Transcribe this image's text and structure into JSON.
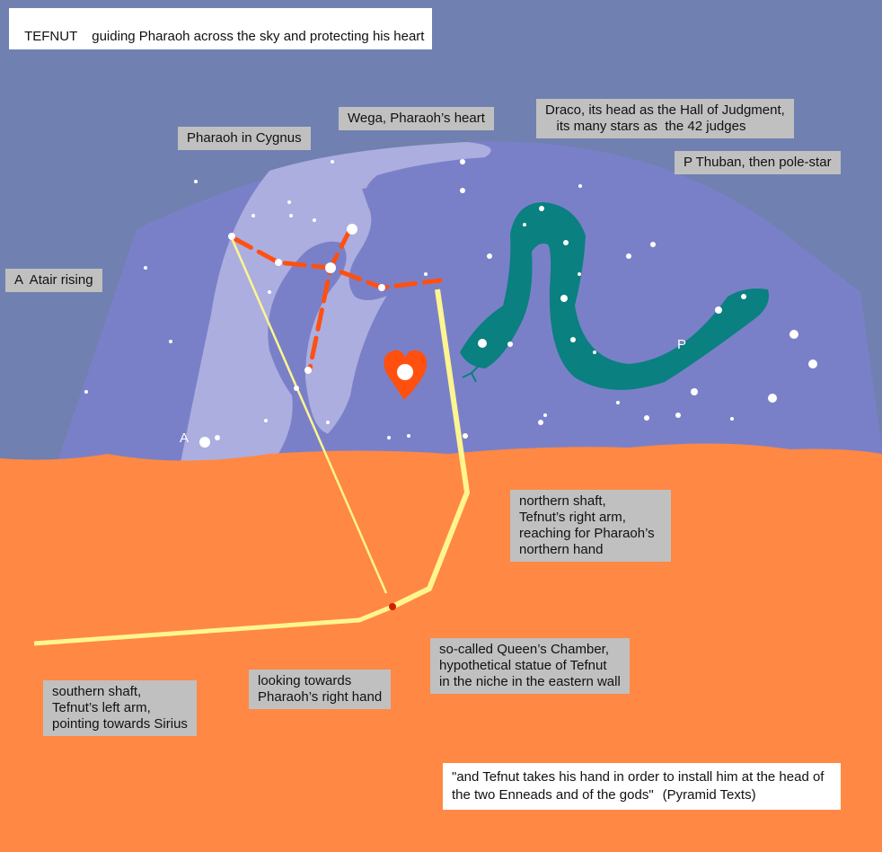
{
  "title": {
    "name": "TEFNUT",
    "caption": "guiding Pharaoh across the sky and protecting his heart"
  },
  "labels": {
    "cygnus": "Pharaoh in Cygnus",
    "wega": "Wega, Pharaoh’s heart",
    "draco": "Draco, its head as the Hall of Judgment,\n   its many stars as  the 42 judges",
    "thuban": "P Thuban, then pole-star",
    "atair": "A  Atair rising",
    "northern_shaft": "northern shaft,\nTefnut’s right arm,\nreaching for Pharaoh’s\nnorthern hand",
    "queens_chamber": "so-called Queen’s Chamber,\nhypothetical statue of Tefnut\nin the niche in the eastern wall",
    "looking": "looking towards\nPharaoh’s right hand",
    "southern_shaft": "southern shaft,\nTefnut’s left arm,\npointing towards Sirius"
  },
  "quote": {
    "text": "\"and Tefnut takes his hand in order to install him at the head of the two Enneads and of the gods\"",
    "source": "(Pyramid Texts)"
  },
  "star_markers": {
    "atair": "A",
    "thuban": "P"
  },
  "colors": {
    "sky_outer": "#7080b0",
    "sky_dome": "#7a80c8",
    "milky_way": "#acaee0",
    "earth": "#ff8844",
    "draco": "#0a8080",
    "heart": "#ff5010",
    "cygnus_lines": "#ff5010",
    "shafts": "#fff590",
    "label_bg": "#c0c0c0"
  },
  "icons": [
    "star-icon",
    "heart-icon",
    "serpent-icon"
  ]
}
